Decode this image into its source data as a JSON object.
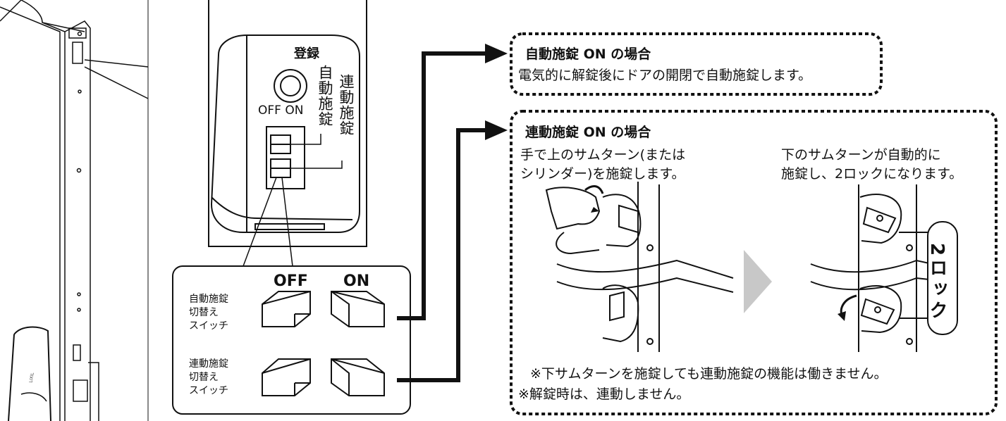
{
  "auto_lock_box": {
    "title": "自動施錠 ON の場合",
    "description": "電気的に解錠後にドアの開閉で自動施錠します。"
  },
  "linked_lock_box": {
    "title": "連動施錠 ON の場合",
    "step1_lines": [
      "手で上のサムターン(または",
      "シリンダー)を施錠します。"
    ],
    "step2_lines": [
      "下のサムターンが自動的に",
      "施錠し、2ロックになります。"
    ],
    "badge": "2ロック",
    "notes": [
      "※下サムターンを施錠しても連動施錠の機能は働きません。",
      "※解錠時は、連動しません。"
    ]
  },
  "control_panel": {
    "register_label": "登録",
    "off_on_label": "OFF ON",
    "auto_lock_vertical": "自動施錠",
    "linked_lock_vertical": "連動施錠"
  },
  "switch_detail": {
    "off_header": "OFF",
    "on_header": "ON",
    "auto_switch_label_lines": [
      "自動施錠",
      "切替え",
      "スイッチ"
    ],
    "linked_switch_label_lines": [
      "連動施錠",
      "切替え",
      "スイッチ"
    ]
  },
  "door": {
    "brand_mark": "LIXIL"
  },
  "colors": {
    "line": "#111111",
    "panel_fill": "#f2f2f2",
    "arrow_grey": "#c8c8c8"
  }
}
